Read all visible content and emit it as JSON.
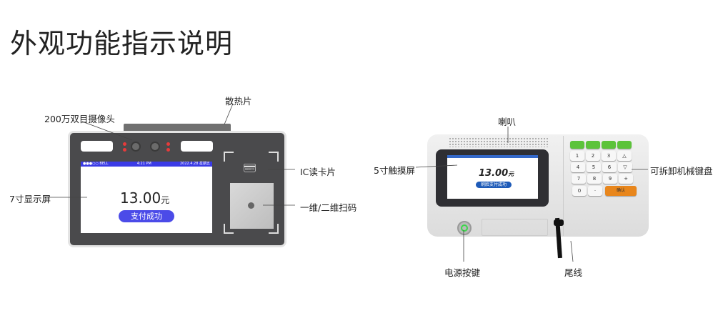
{
  "title": "外观功能指示说明",
  "left_device": {
    "labels": {
      "heatsink": "散热片",
      "camera": "200万双目摄像头",
      "display": "7寸显示屏",
      "ic_reader": "IC读卡片",
      "scanner": "一维/二维扫码"
    },
    "screen": {
      "status_left": "●●●○○ BELL",
      "status_time": "4:21 PM",
      "status_right": "2022.4.28 星期五",
      "amount": "13.00",
      "currency": "元",
      "button": "支付成功"
    }
  },
  "right_device": {
    "labels": {
      "speaker": "喇叭",
      "touchscreen": "5寸触摸屏",
      "keyboard": "可拆卸机械键盘",
      "power": "电源按键",
      "cable": "尾线"
    },
    "screen": {
      "amount": "13.00",
      "currency": "元",
      "button": "刷脸支付成功"
    },
    "keys": [
      "1",
      "2",
      "3",
      "△",
      "4",
      "5",
      "6",
      "▽",
      "7",
      "8",
      "9",
      "+",
      "0",
      "·"
    ],
    "confirm_key": "确认"
  }
}
